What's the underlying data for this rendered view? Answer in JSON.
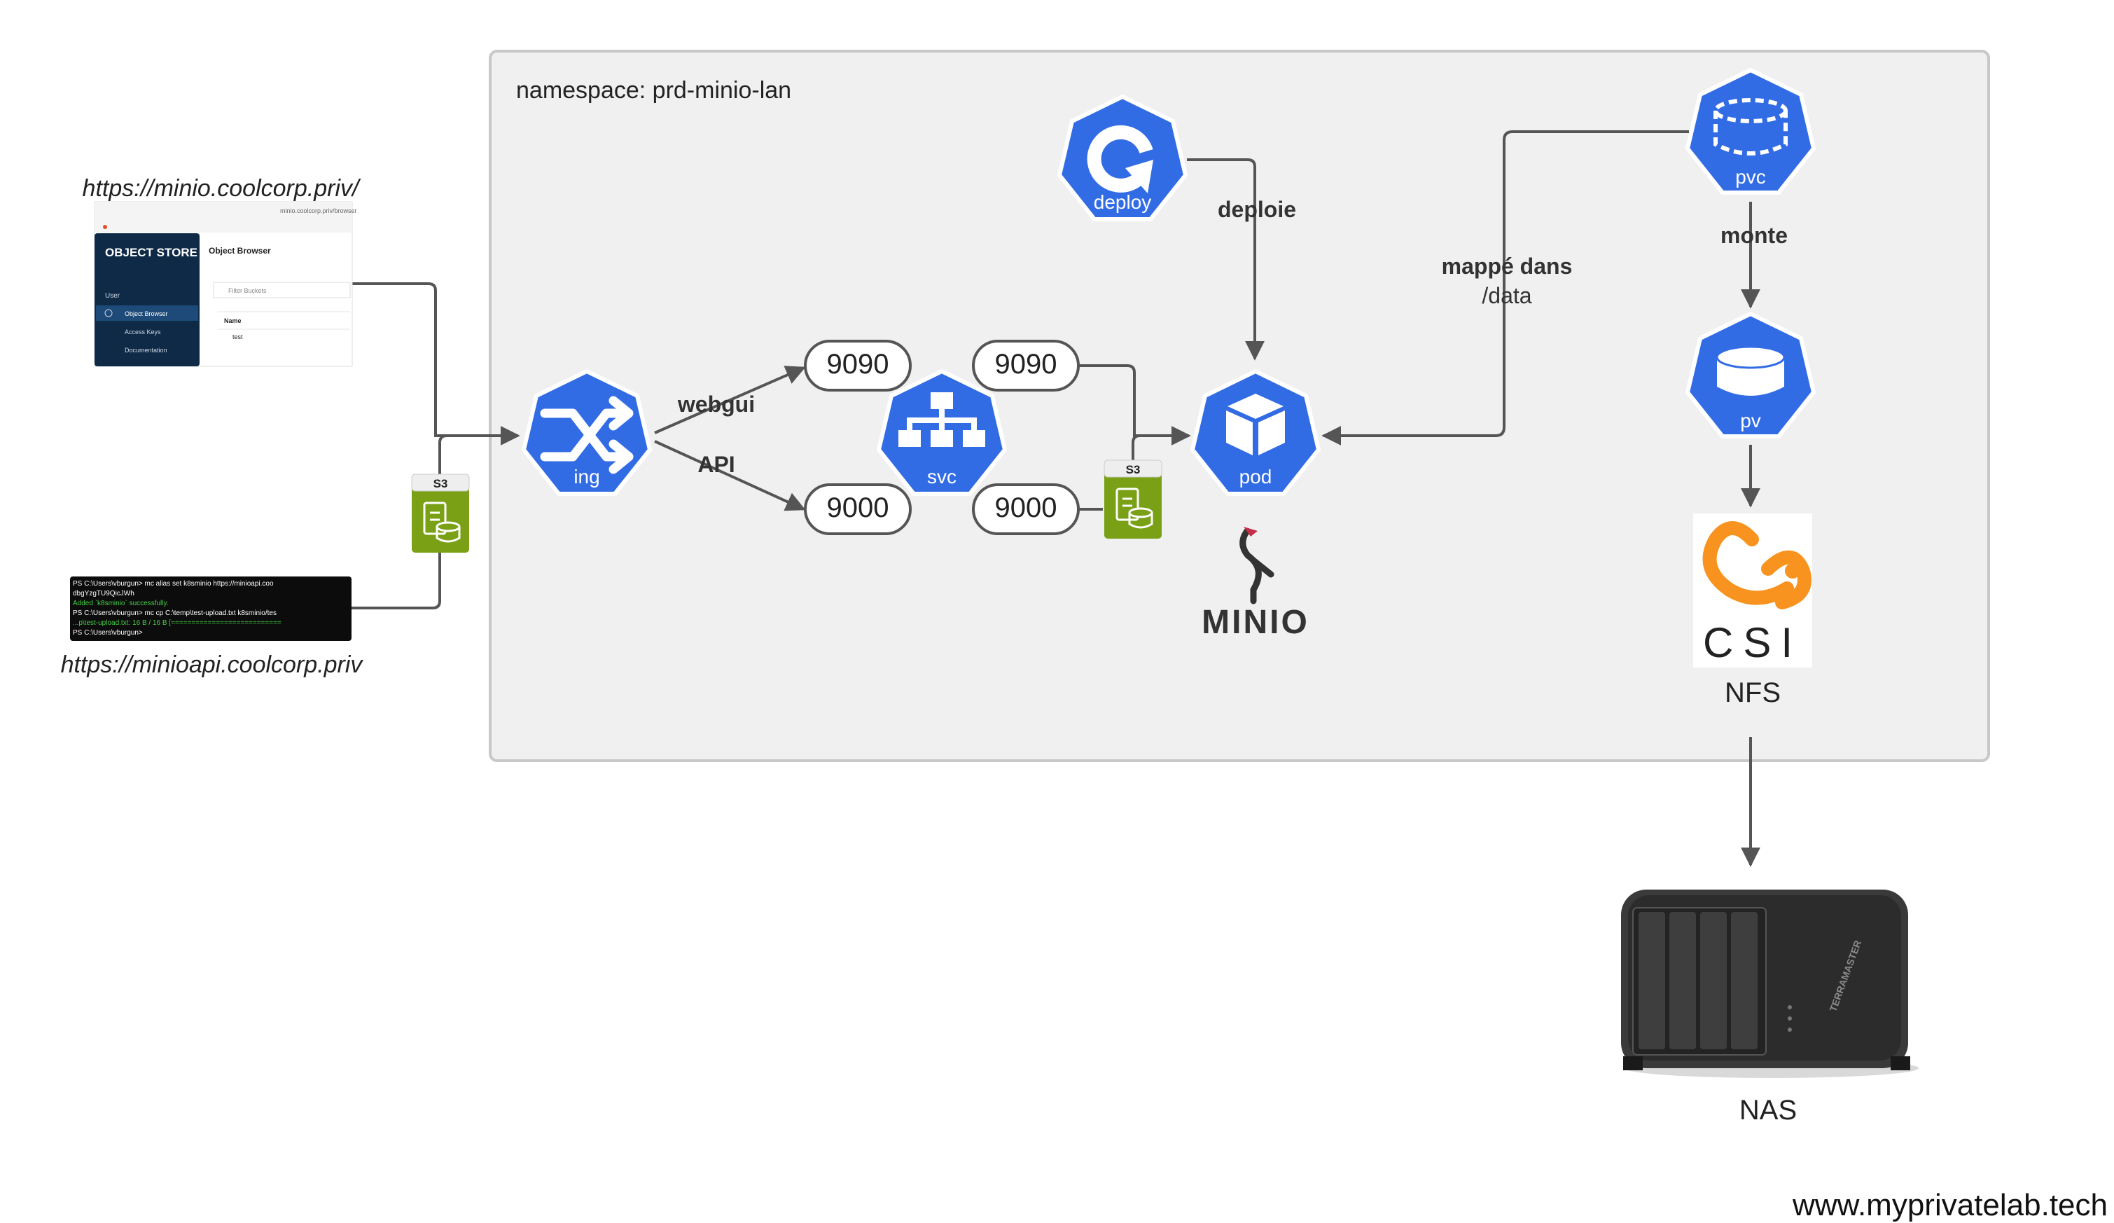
{
  "namespace": {
    "label": "namespace: prd-minio-lan"
  },
  "clients": {
    "webgui_url": "https://minio.coolcorp.priv/",
    "api_url": "https://minioapi.coolcorp.priv",
    "browser_shot": {
      "brand": "OBJECT STORE",
      "page_title": "Object Browser",
      "search_placeholder": "Filter Buckets",
      "section_user": "User",
      "menu": [
        "Object Browser",
        "Access Keys",
        "Documentation"
      ],
      "column_name": "Name",
      "bucket_row": "test",
      "address": "minio.coolcorp.priv/browser"
    },
    "terminal_lines": [
      "PS C:\\Users\\vburgun> mc alias set k8sminio https://minioapi.coo",
      "dbgYzgTU9QicJWh",
      "Added `k8sminio` successfully.",
      "PS C:\\Users\\vburgun> mc cp C:\\temp\\test-upload.txt k8sminio/tes",
      "...p\\test-upload.txt: 16 B / 16 B [===========================",
      "PS C:\\Users\\vburgun>"
    ]
  },
  "s3_badge": "S3",
  "nodes": {
    "ing": "ing",
    "svc": "svc",
    "pod": "pod",
    "deploy": "deploy",
    "pvc": "pvc",
    "pv": "pv"
  },
  "ports": {
    "in_webgui": "9090",
    "in_api": "9000",
    "out_webgui": "9090",
    "out_api": "9000"
  },
  "edges": {
    "webgui": "webgui",
    "api": "API",
    "deploie": "deploie",
    "mapped_line1": "mappé dans",
    "mapped_line2": "/data",
    "monte": "monte"
  },
  "logos": {
    "minio": "MINIO",
    "csi": "CSI",
    "nas_brand": "TERRAMASTER"
  },
  "storage": {
    "nfs": "NFS",
    "nas": "NAS"
  },
  "watermark": "www.myprivatelab.tech",
  "colors": {
    "k8s_blue": "#326CE5",
    "s3_green": "#7AA116",
    "csi_orange": "#F7931E",
    "arrow": "#555555",
    "ns_fill": "#F0F0F0"
  }
}
